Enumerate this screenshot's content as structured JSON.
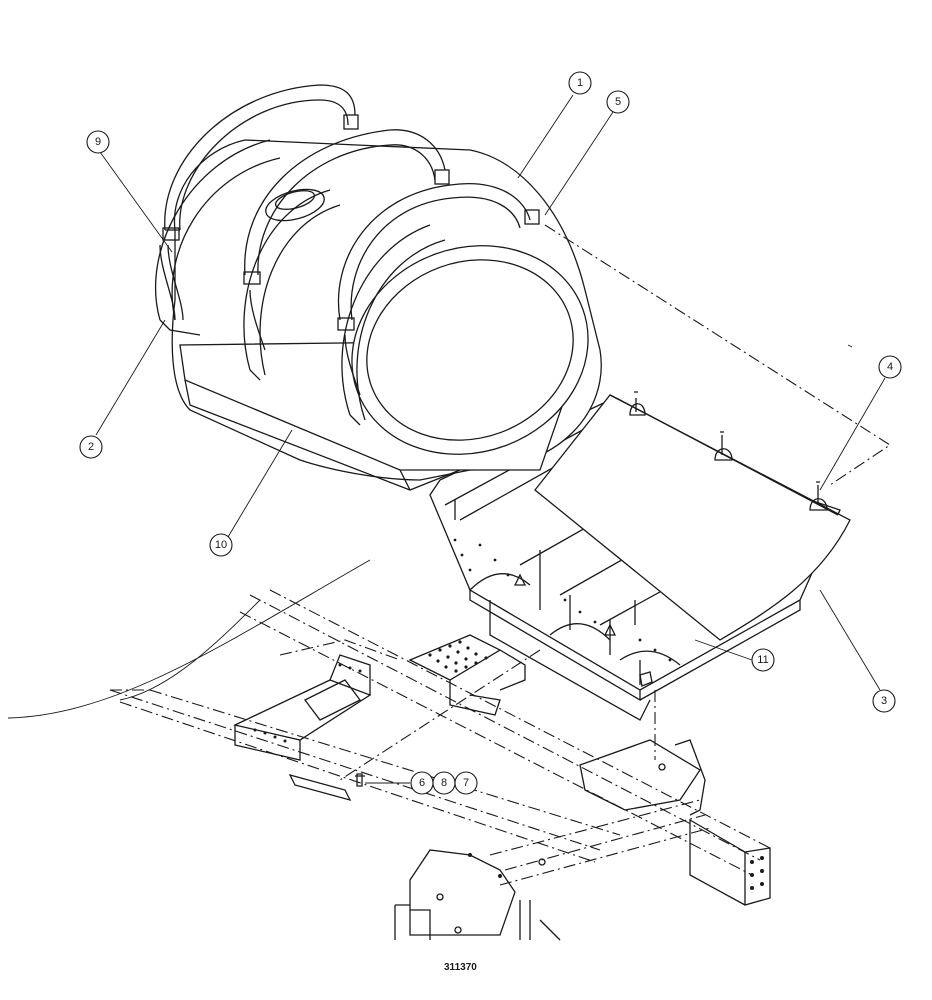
{
  "callouts": {
    "c1": "1",
    "c2": "2",
    "c3": "3",
    "c4": "4",
    "c5": "5",
    "c6": "6",
    "c7": "7",
    "c8": "8",
    "c9": "9",
    "c10": "10",
    "c11": "11"
  },
  "drawing_number": "311370",
  "colors": {
    "line": "#1a1a1a",
    "background": "#ffffff"
  }
}
